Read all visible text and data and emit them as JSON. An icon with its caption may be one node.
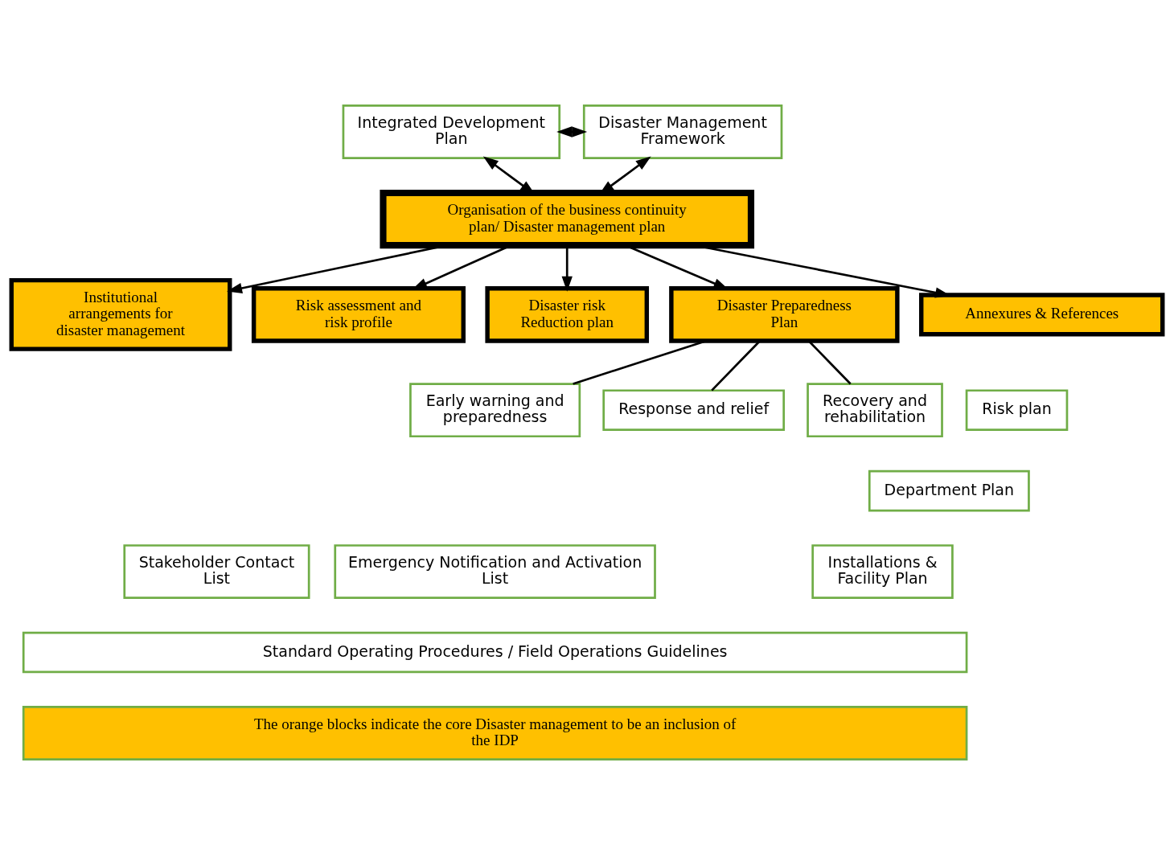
{
  "diagram": {
    "nodes": [
      {
        "text": [
          "Integrated Development Plan"
        ]
      },
      {
        "text": [
          "Disaster Management Framework"
        ]
      },
      {
        "text": [
          "Organisation of the business continuity plan/ Disaster management plan"
        ]
      },
      {
        "text": [
          "Institutional arrangements for disaster management"
        ]
      },
      {
        "text": [
          "Risk assessment and risk profile"
        ]
      },
      {
        "text": [
          "Disaster risk Reduction plan"
        ]
      },
      {
        "text": [
          "Disaster Preparedness Plan"
        ]
      },
      {
        "text": [
          "Annexures & References"
        ]
      },
      {
        "text": [
          "Early warning and preparedness"
        ]
      },
      {
        "text": [
          "Response and relief"
        ]
      },
      {
        "text": [
          "Recovery and rehabilitation"
        ]
      },
      {
        "text": [
          "Risk plan"
        ]
      },
      {
        "text": [
          "Department Plan"
        ]
      },
      {
        "text": [
          "Installations & Facility Plan"
        ]
      },
      {
        "text": [
          "Stakeholder Contact List"
        ]
      },
      {
        "text": [
          "Emergency Notification and Activation List"
        ]
      },
      {
        "text": [
          "Standard Operating Procedures / Field Operations Guidelines"
        ]
      },
      {
        "text": [
          "The orange blocks indicate the core Disaster management to be an inclusion of the IDP"
        ]
      }
    ],
    "edges": [
      {
        "from": 0,
        "to": 1,
        "arrow": "both"
      },
      {
        "from": 0,
        "to": 2,
        "arrow": "both"
      },
      {
        "from": 1,
        "to": 2,
        "arrow": "both"
      },
      {
        "from": 2,
        "to": 3,
        "arrow": "to"
      },
      {
        "from": 2,
        "to": 4,
        "arrow": "to"
      },
      {
        "from": 2,
        "to": 5,
        "arrow": "to"
      },
      {
        "from": 2,
        "to": 6,
        "arrow": "to"
      },
      {
        "from": 2,
        "to": 7,
        "arrow": "to"
      },
      {
        "from": 6,
        "to": 8,
        "arrow": "none"
      },
      {
        "from": 6,
        "to": 9,
        "arrow": "none"
      },
      {
        "from": 6,
        "to": 10,
        "arrow": "none"
      }
    ]
  }
}
